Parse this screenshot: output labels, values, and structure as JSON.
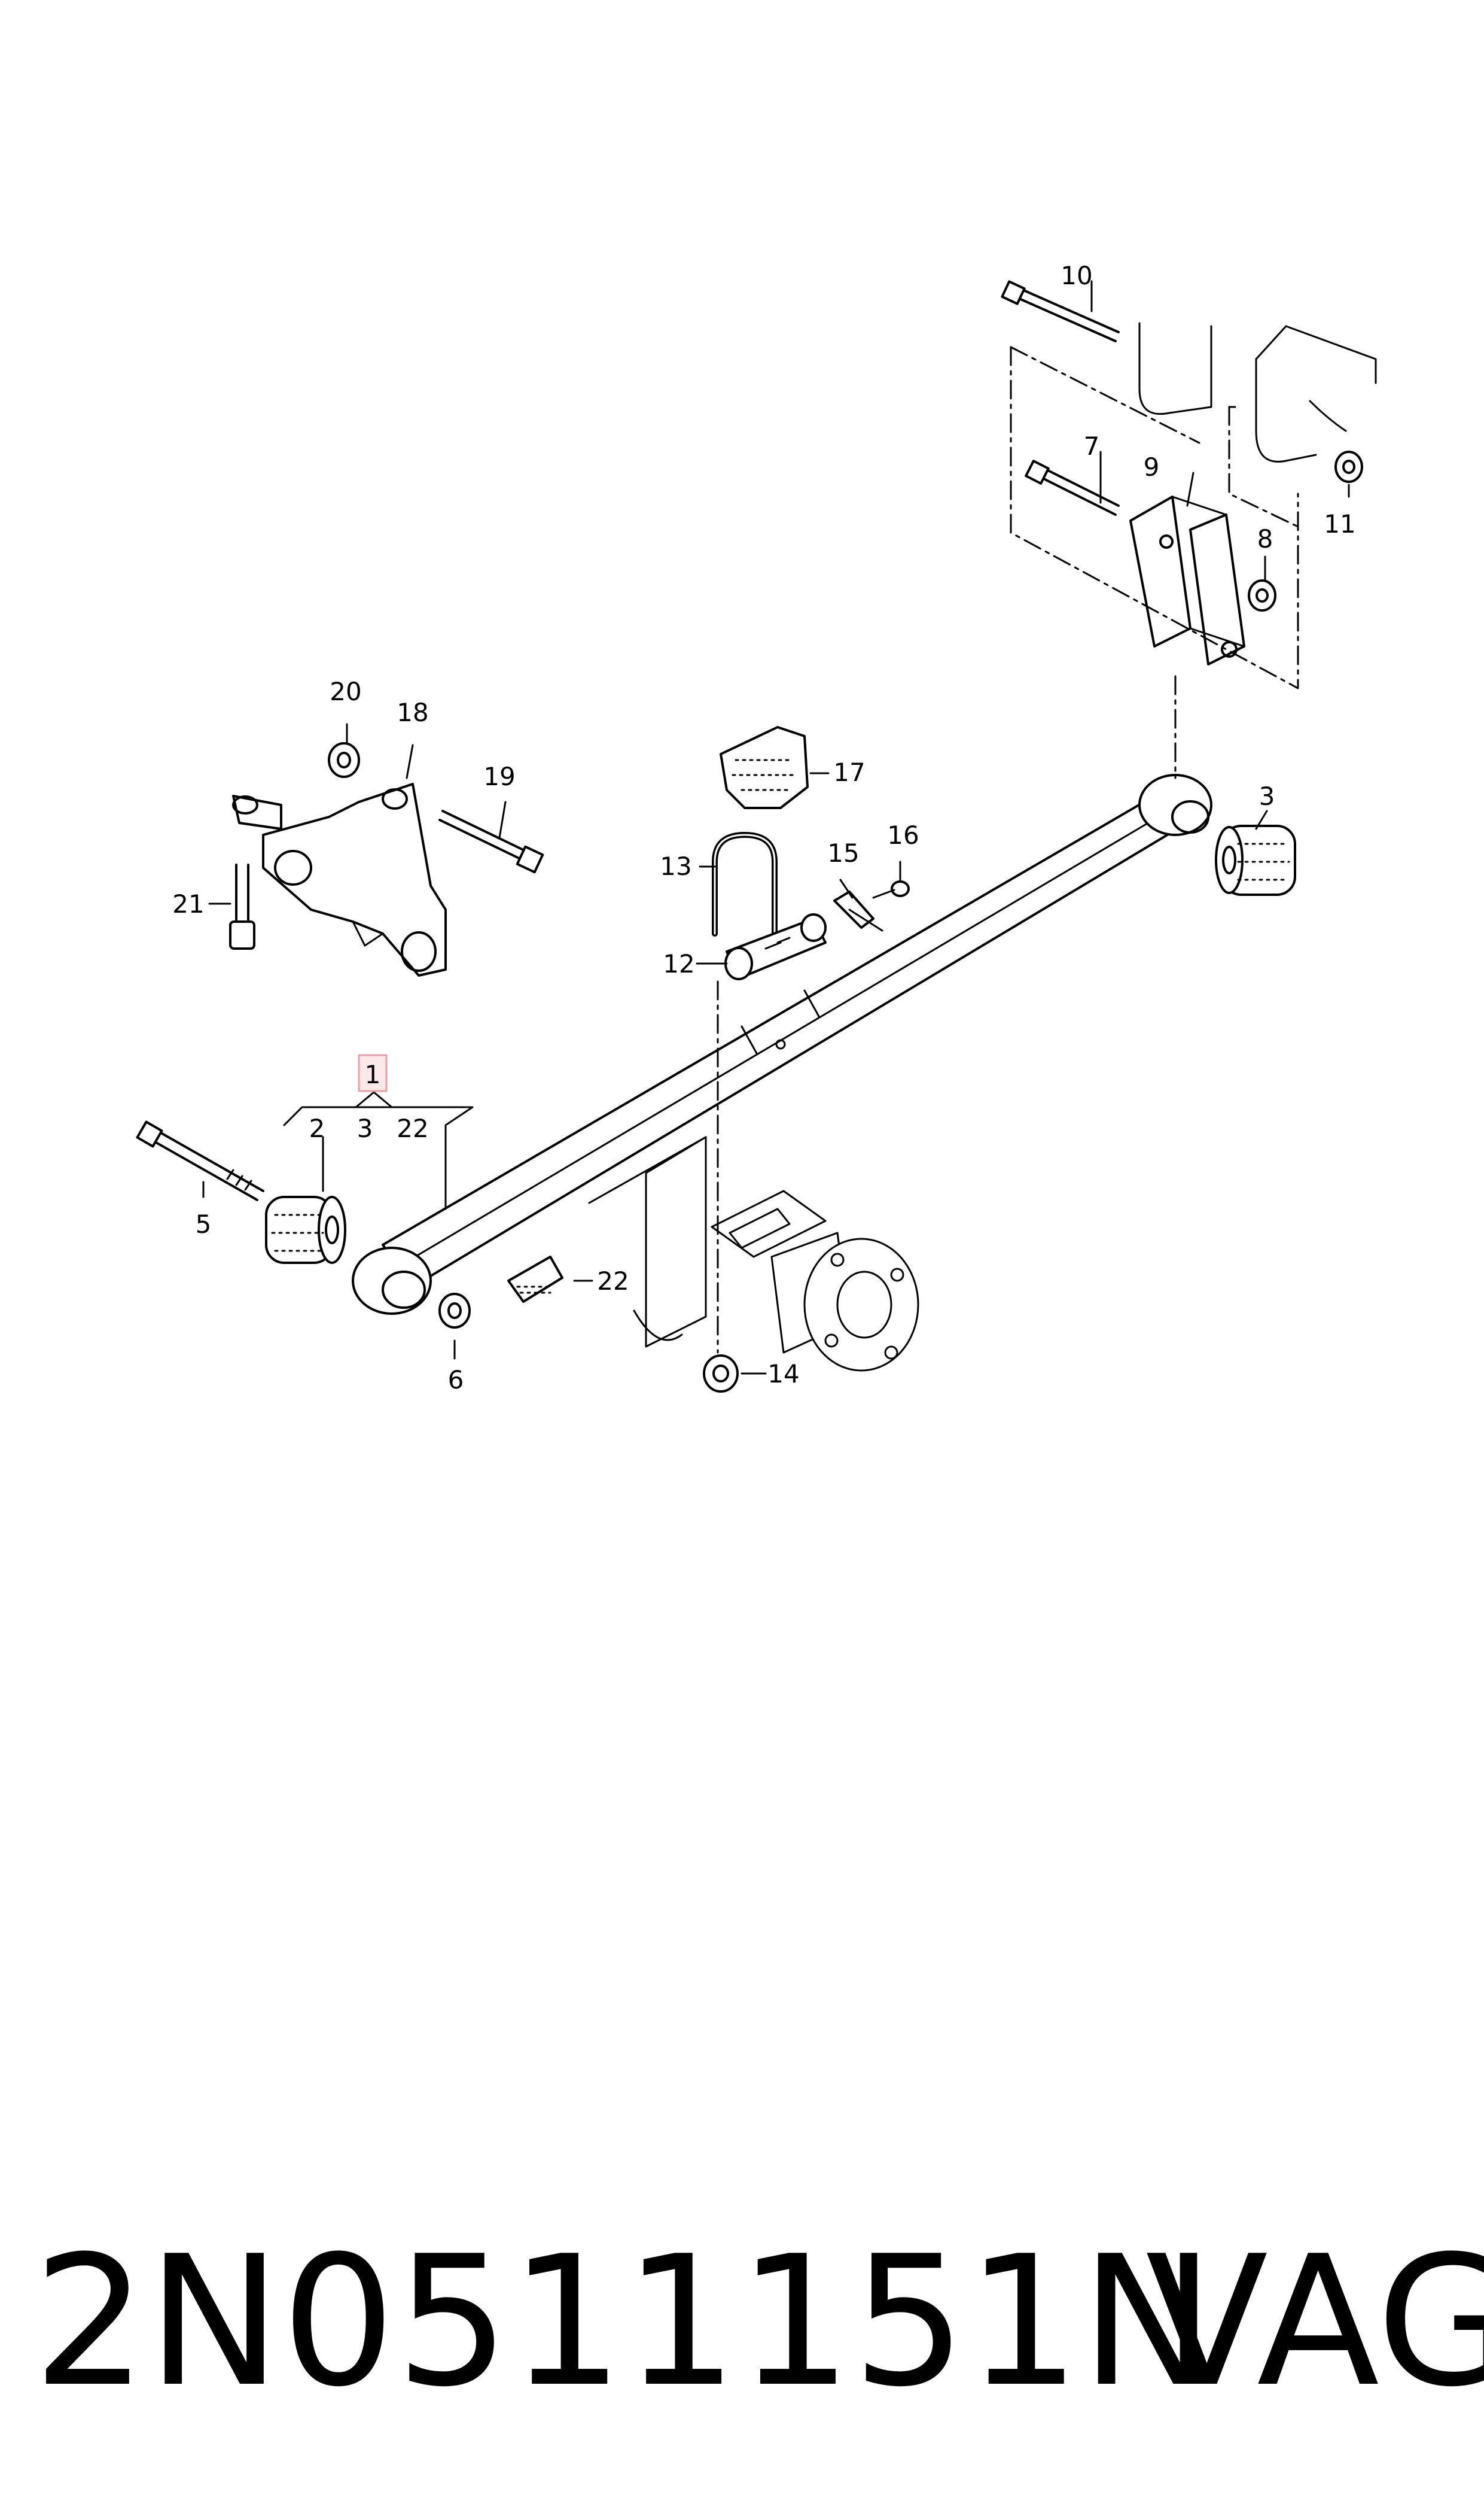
{
  "diagram": {
    "callouts": {
      "c1": "1",
      "c2": "2",
      "c3_group": "3",
      "c22_group": "22",
      "c3": "3",
      "c5": "5",
      "c6": "6",
      "c7": "7",
      "c8": "8",
      "c9": "9",
      "c10": "10",
      "c11": "11",
      "c12": "12",
      "c13": "13",
      "c14": "14",
      "c15": "15",
      "c16": "16",
      "c17": "17",
      "c18": "18",
      "c19": "19",
      "c20": "20",
      "c21": "21",
      "c22": "22"
    },
    "highlight_color": "#e8a0a8"
  },
  "caption": {
    "part_number": "2N0511151N",
    "brand": "VAG"
  }
}
